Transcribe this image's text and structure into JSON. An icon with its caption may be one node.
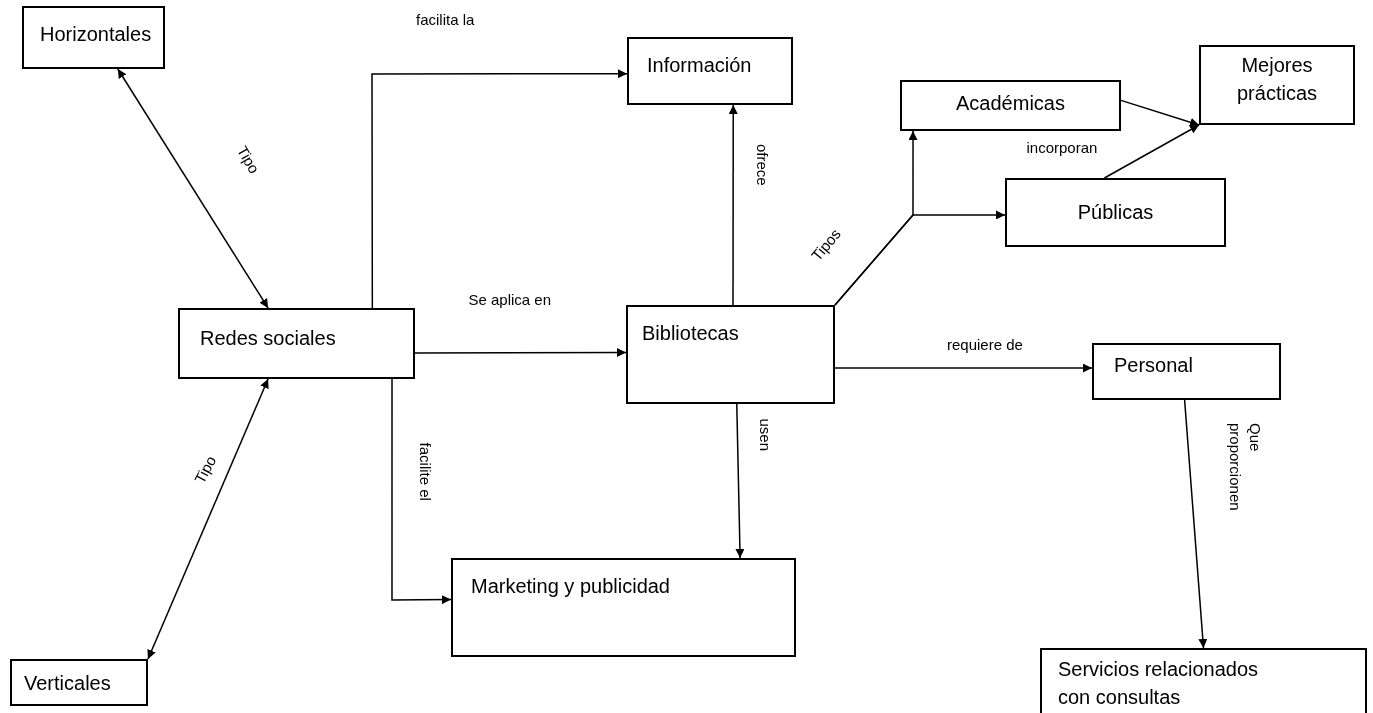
{
  "diagram": {
    "nodes": [
      {
        "text": [
          "Horizontales"
        ]
      },
      {
        "text": [
          "Redes sociales"
        ]
      },
      {
        "text": [
          "Verticales"
        ]
      },
      {
        "text": [
          "Información"
        ]
      },
      {
        "text": [
          "Bibliotecas"
        ]
      },
      {
        "text": [
          "Marketing y publicidad"
        ]
      },
      {
        "text": [
          "Académicas"
        ]
      },
      {
        "text": [
          "Mejores prácticas"
        ]
      },
      {
        "text": [
          "Públicas"
        ]
      },
      {
        "text": [
          "Personal"
        ]
      },
      {
        "text": [
          "Servicios relacionados con consultas"
        ]
      }
    ],
    "edges": [
      {
        "from": 0,
        "to": 1,
        "arrow": "both",
        "label": "Tipo"
      },
      {
        "from": 1,
        "to": 2,
        "arrow": "both",
        "label": "Tipo"
      },
      {
        "from": 1,
        "to": 3,
        "arrow": "to",
        "label": "facilita la"
      },
      {
        "from": 1,
        "to": 4,
        "arrow": "to",
        "label": "Se aplica en"
      },
      {
        "from": 1,
        "to": 5,
        "arrow": "to",
        "label": "facilite el"
      },
      {
        "from": 4,
        "to": 3,
        "arrow": "to",
        "label": "ofrece"
      },
      {
        "from": 4,
        "to": 6,
        "arrow": "to",
        "label": "Tipos"
      },
      {
        "from": 4,
        "to": 8,
        "arrow": "to"
      },
      {
        "from": 6,
        "to": 7,
        "arrow": "to",
        "label": "incorporan"
      },
      {
        "from": 8,
        "to": 7,
        "arrow": "to"
      },
      {
        "from": 4,
        "to": 5,
        "arrow": "to",
        "label": "usen"
      },
      {
        "from": 4,
        "to": 9,
        "arrow": "to",
        "label": "requiere de"
      },
      {
        "from": 9,
        "to": 10,
        "arrow": "to",
        "label": "Que proporcionen"
      }
    ]
  }
}
